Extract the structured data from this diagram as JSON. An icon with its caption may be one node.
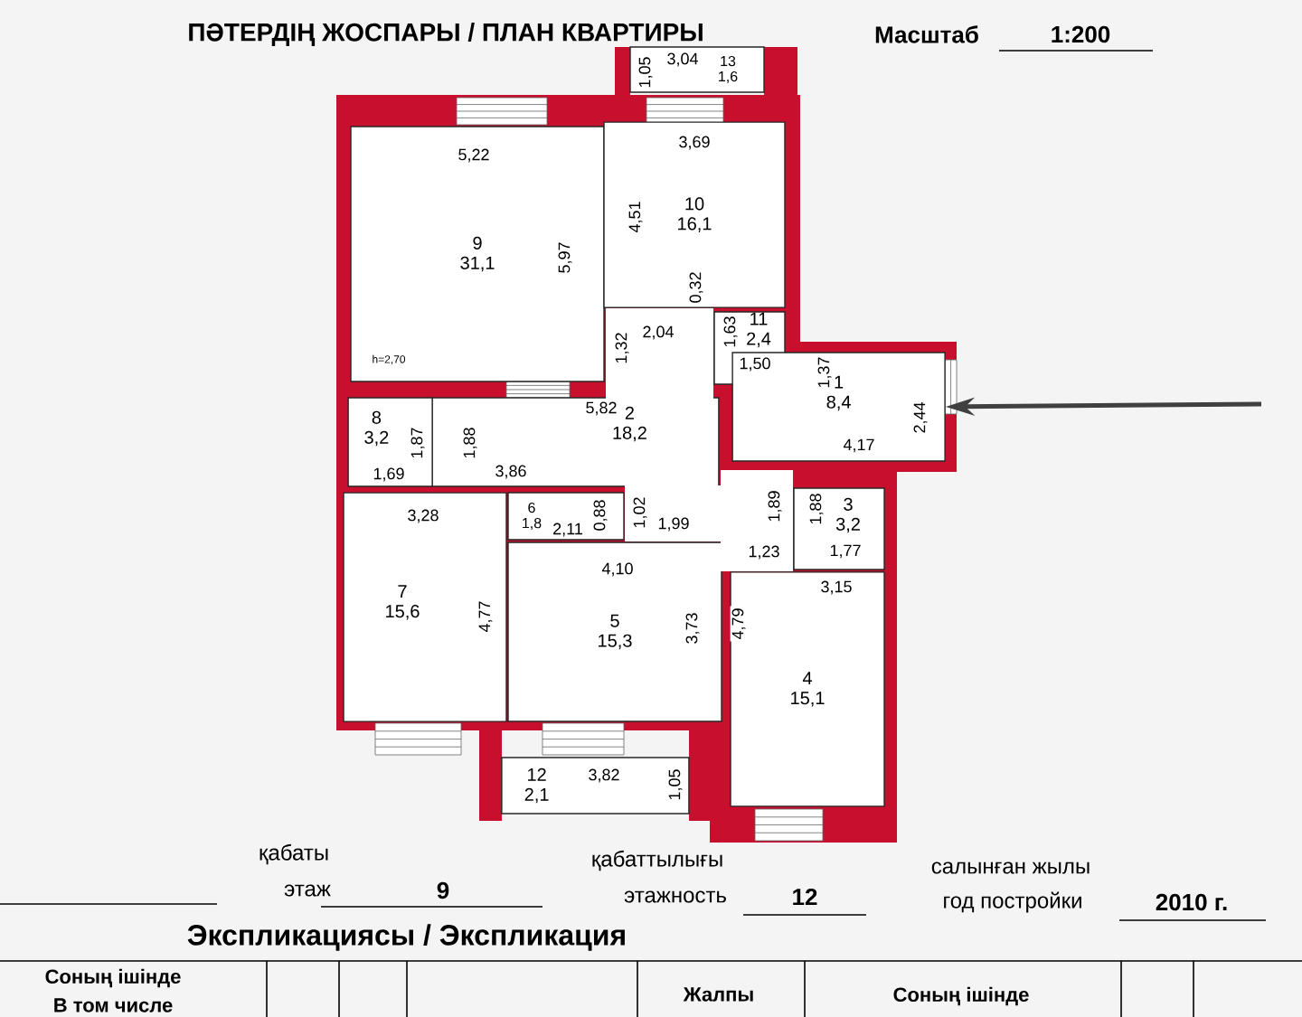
{
  "diagram": {
    "title": "ПӘТЕРДІҢ ЖОСПАРЫ / ПЛАН КВАРТИРЫ",
    "nodes": [
      {
        "text": [
          "13",
          "1,6"
        ]
      },
      {
        "text": [
          "9",
          "31,1"
        ]
      },
      {
        "text": [
          "10",
          "16,1"
        ]
      },
      {
        "text": [
          "11",
          "2,4"
        ]
      },
      {
        "text": [
          "1",
          "8,4"
        ]
      },
      {
        "text": [
          "2",
          "18,2"
        ]
      },
      {
        "text": [
          "8",
          "3,2"
        ]
      },
      {
        "text": [
          "6",
          "1,8"
        ]
      },
      {
        "text": [
          "3",
          "3,2"
        ]
      },
      {
        "text": [
          "7",
          "15,6"
        ]
      },
      {
        "text": [
          "5",
          "15,3"
        ]
      },
      {
        "text": [
          "4",
          "15,1"
        ]
      },
      {
        "text": [
          "12",
          "2,1"
        ]
      }
    ],
    "edges": [
      {
        "from": null,
        "to": 4,
        "arrow": "to"
      }
    ],
    "labels": [
      "Масштаб",
      "1:200",
      "3,04",
      "1,05",
      "5,22",
      "3,69",
      "4,51",
      "5,97",
      "0,32",
      "h=2,70",
      "1,32",
      "2,04",
      "1,63",
      "1,50",
      "1,37",
      "2,44",
      "4,17",
      "5,82",
      "1,87",
      "1,88",
      "1,69",
      "3,86",
      "3,28",
      "2,11",
      "0,88",
      "1,02",
      "1,99",
      "1,89",
      "1,88",
      "1,23",
      "1,77",
      "3,15",
      "4,10",
      "4,77",
      "3,73",
      "4,79",
      "3,82",
      "1,05",
      "қабаты",
      "этаж",
      "9",
      "қабаттылығы",
      "этажность",
      "12",
      "салынған жылы",
      "год постройки",
      "2010 г.",
      "Экспликациясы / Экспликация",
      "Соның ішінде",
      "В том числе",
      "Жалпы",
      "Соның ішінде"
    ]
  }
}
